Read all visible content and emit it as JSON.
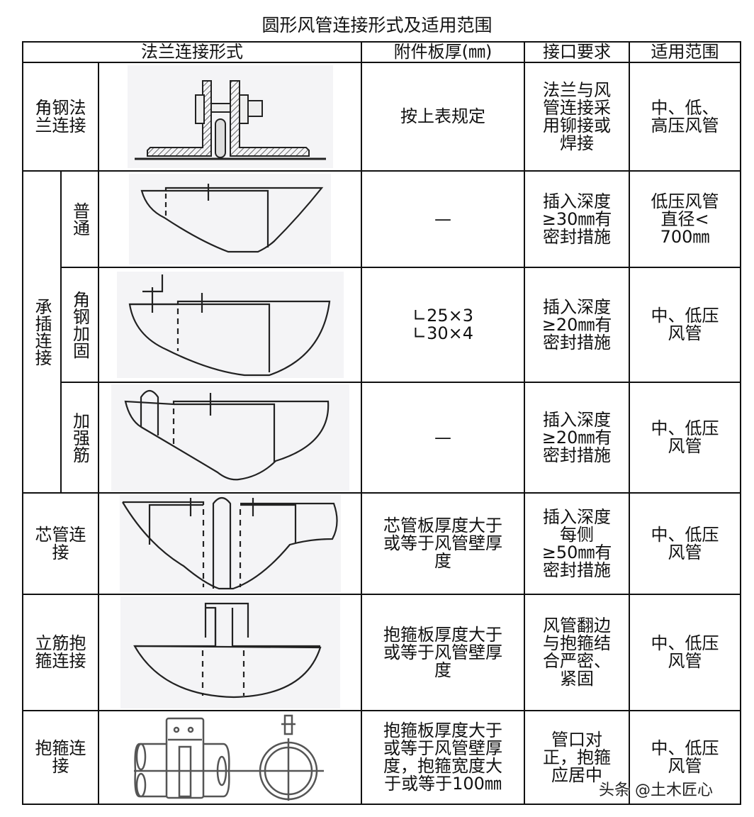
{
  "title": "圆形风管连接形式及适用范围",
  "headers": {
    "form": "法兰连接形式",
    "thickness": "附件板厚(㎜)",
    "requirement": "接口要求",
    "scope": "适用范围"
  },
  "rows": [
    {
      "group": "",
      "name": "角钢法\n兰连接",
      "diagram": "angle-steel-flange-diagram",
      "thickness": "按上表规定",
      "requirement": "法兰与风\n管连接采\n用铆接或\n焊接",
      "scope": "中、低、\n高压风管"
    },
    {
      "group": "承插连接",
      "name": "普通",
      "diagram": "socket-ordinary-diagram",
      "thickness": "—",
      "requirement": "插入深度\n≥30㎜有\n密封措施",
      "scope": "低压风管\n直径<\n700㎜"
    },
    {
      "group": "承插连接",
      "name": "角钢加固",
      "diagram": "socket-angle-reinforced-diagram",
      "thickness": "∟25×3\n∟30×4",
      "requirement": "插入深度\n≥20㎜有\n密封措施",
      "scope": "中、低压\n风管"
    },
    {
      "group": "承插连接",
      "name": "加强筋",
      "diagram": "socket-rib-reinforced-diagram",
      "thickness": "—",
      "requirement": "插入深度\n≥20㎜有\n密封措施",
      "scope": "中、低压\n风管"
    },
    {
      "group": "",
      "name": "芯管连\n接",
      "diagram": "core-pipe-diagram",
      "thickness": "芯管板厚度大于\n或等于风管壁厚\n度",
      "requirement": "插入深度\n每侧\n≥50㎜有\n密封措施",
      "scope": "中、低压\n风管"
    },
    {
      "group": "",
      "name": "立筋抱\n箍连接",
      "diagram": "standing-rib-clamp-diagram",
      "thickness": "抱箍板厚度大于\n或等于风管壁厚\n度",
      "requirement": "风管翻边\n与抱箍结\n合严密、\n紧固",
      "scope": "中、低压\n风管"
    },
    {
      "group": "",
      "name": "抱箍连\n接",
      "diagram": "clamp-connection-diagram",
      "thickness": "抱箍板厚度大于\n或等于风管壁厚\n度，抱箍宽度大\n于或等于100㎜",
      "requirement": "管口对\n正，抱箍\n应居中",
      "scope": "中、低压\n风管"
    }
  ],
  "watermark": "头条 @土木匠心"
}
